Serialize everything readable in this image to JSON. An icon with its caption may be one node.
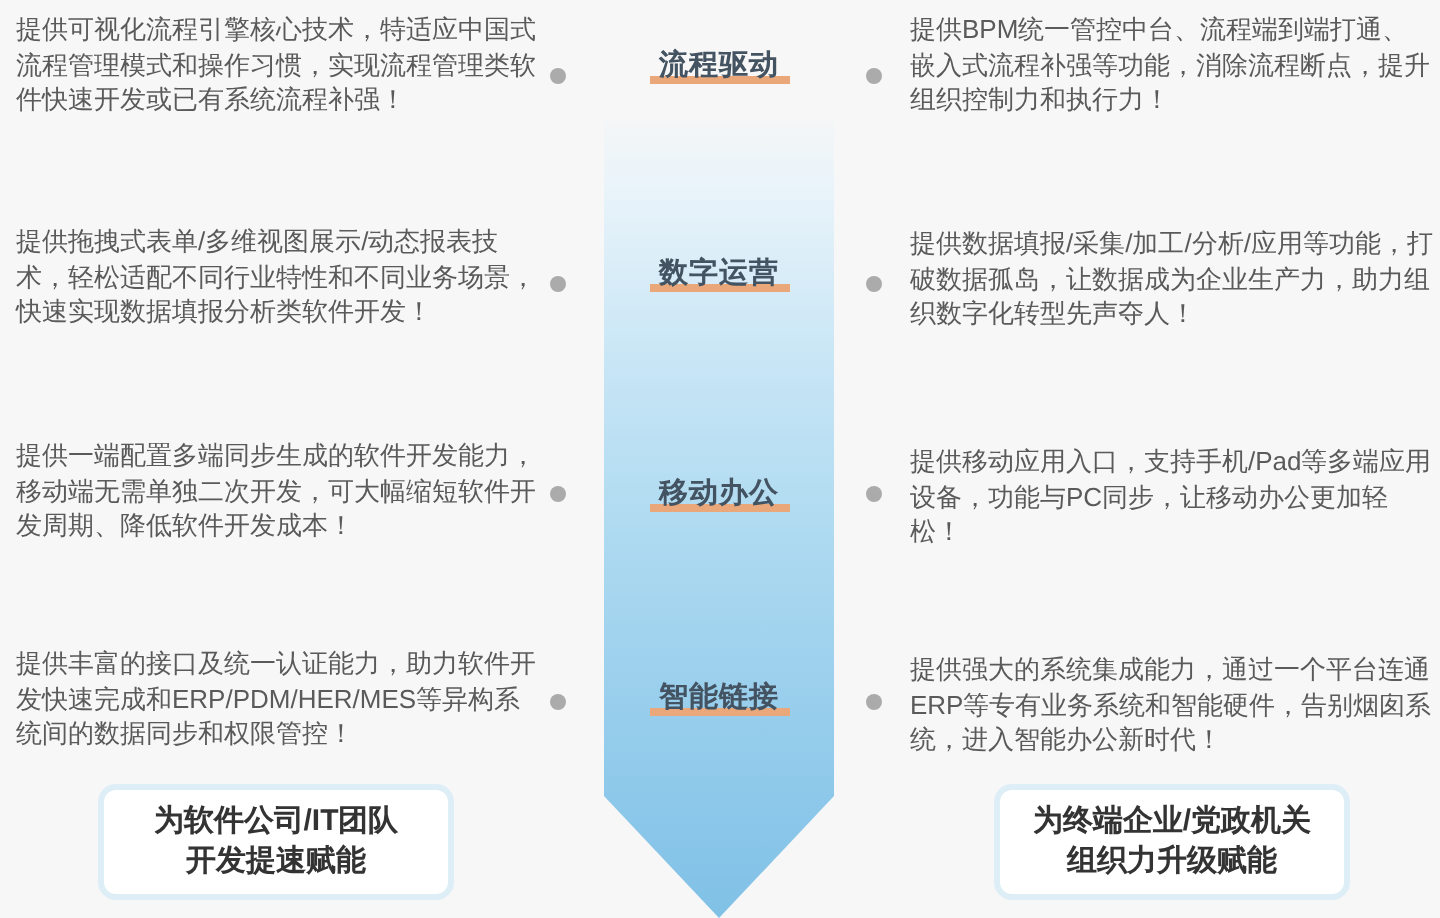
{
  "diagram": {
    "nodes": [
      {
        "text": [
          "流程驱动",
          "数字运营",
          "移动办公",
          "智能链接"
        ]
      },
      {
        "text": [
          "为软件公司/IT团队开发提速赋能"
        ]
      },
      {
        "text": [
          "为终端企业/党政机关组织力升级赋能"
        ]
      }
    ],
    "labels": [
      "提供可视化流程引擎核心技术，特适应中国式流程管理模式和操作习惯，实现流程管理类软件快速开发或已有系统流程补强！",
      "提供BPM统一管控中台、流程端到端打通、嵌入式流程补强等功能，消除流程断点，提升组织控制力和执行力！",
      "提供拖拽式表单/多维视图展示/动态报表技术，轻松适配不同行业特性和不同业务场景，快速实现数据填报分析类软件开发！",
      "提供数据填报/采集/加工/分析/应用等功能，打破数据孤岛，让数据成为企业生产力，助力组织数字化转型先声夺人！",
      "提供一端配置多端同步生成的软件开发能力，移动端无需单独二次开发，可大幅缩短软件开发周期、降低软件开发成本！",
      "提供移动应用入口，支持手机/Pad等多端应用设备，功能与PC同步，让移动办公更加轻松！",
      "提供丰富的接口及统一认证能力，助力软件开发快速完成和ERP/PDM/HER/MES等异构系统间的数据同步和权限管控！",
      "提供强大的系统集成能力，通过一个平台连通ERP等专有业务系统和智能硬件，告别烟囱系统，进入智能办公新时代！"
    ]
  }
}
